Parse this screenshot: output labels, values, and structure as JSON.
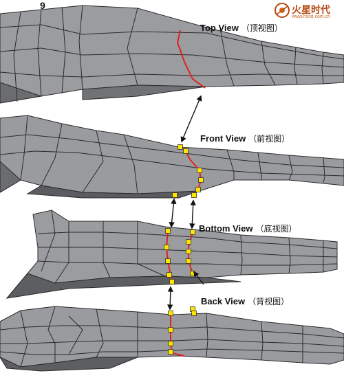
{
  "step": "9",
  "views": [
    {
      "id": "top",
      "title": "Top View",
      "cn": "（顶视图）"
    },
    {
      "id": "front",
      "title": "Front View",
      "cn": "（前视图）"
    },
    {
      "id": "bottom",
      "title": "Bottom View",
      "cn": "（底视图）"
    },
    {
      "id": "back",
      "title": "Back View",
      "cn": "（背视图）"
    }
  ],
  "watermark": {
    "brand": "火星时代",
    "url": "www.hxsd.com.cn"
  },
  "colors": {
    "mesh_fill": "#8e9094",
    "mesh_dark": "#5c5e62",
    "mesh_edge": "#2a2a2a",
    "seam": "#e21f1f",
    "vertex": "#ffe400",
    "arrow": "#111111"
  }
}
